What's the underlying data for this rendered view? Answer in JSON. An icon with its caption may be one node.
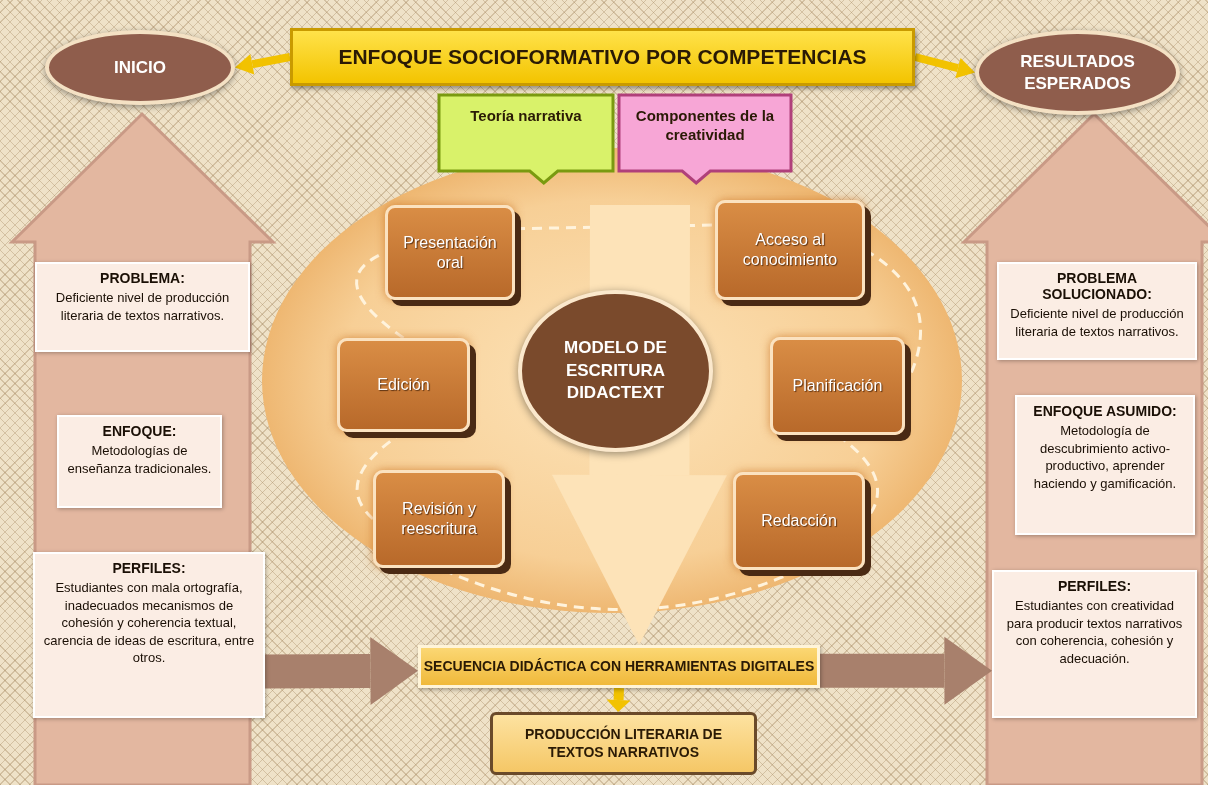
{
  "diagram": {
    "nodes": [
      {
        "text": [
          "ENFOQUE SOCIOFORMATIVO POR COMPETENCIAS"
        ]
      },
      {
        "text": [
          "INICIO"
        ]
      },
      {
        "text": [
          "RESULTADOS ESPERADOS"
        ]
      },
      {
        "text": [
          "Teoría narrativa"
        ]
      },
      {
        "text": [
          "Componentes de la creatividad"
        ]
      },
      {
        "text": [
          "MODELO DE ESCRITURA DIDACTEXT"
        ]
      },
      {
        "text": [
          "Presentación oral"
        ]
      },
      {
        "text": [
          "Acceso al conocimiento"
        ]
      },
      {
        "text": [
          "Edición"
        ]
      },
      {
        "text": [
          "Planificación"
        ]
      },
      {
        "text": [
          "Revisión y reescritura"
        ]
      },
      {
        "text": [
          "Redacción"
        ]
      },
      {
        "text": [
          "PROBLEMA:",
          "Deficiente nivel de producción literaria de textos narrativos."
        ]
      },
      {
        "text": [
          "ENFOQUE:",
          "Metodologías de enseñanza tradicionales."
        ]
      },
      {
        "text": [
          "PERFILES:",
          "Estudiantes con mala ortografía, inadecuados mecanismos de cohesión y coherencia textual, carencia de ideas de escritura, entre otros."
        ]
      },
      {
        "text": [
          "PROBLEMA SOLUCIONADO:",
          "Deficiente nivel de producción literaria de textos narrativos."
        ]
      },
      {
        "text": [
          "ENFOQUE ASUMIDO:",
          "Metodología de descubrimiento activo-productivo, aprender haciendo y gamificación."
        ]
      },
      {
        "text": [
          "PERFILES:",
          "Estudiantes con creatividad para producir textos narrativos con coherencia, cohesión y adecuación."
        ]
      },
      {
        "text": [
          "SECUENCIA DIDÁCTICA CON HERRAMIENTAS DIGITALES"
        ]
      },
      {
        "text": [
          "PRODUCCIÓN LITERARIA DE TEXTOS NARRATIVOS"
        ]
      }
    ],
    "edges": [
      {
        "from": 0,
        "to": 1,
        "arrow": "to",
        "style": "thick",
        "color": "#f2c200"
      },
      {
        "from": 0,
        "to": 2,
        "arrow": "to",
        "style": "thick",
        "color": "#f2c200"
      },
      {
        "from": null,
        "to": 18,
        "arrow": "to",
        "style": "thick",
        "color": "#fde3b8"
      },
      {
        "from": 18,
        "to": 19,
        "arrow": "to",
        "style": "thick",
        "color": "#f2c200"
      },
      {
        "from": 14,
        "to": 18,
        "arrow": "to",
        "style": "thick",
        "color": "#a8806c"
      },
      {
        "from": 18,
        "to": 17,
        "arrow": "to",
        "style": "thick",
        "color": "#a8806c"
      },
      {
        "from": 6,
        "to": 7,
        "arrow": "none",
        "style": "dashed"
      },
      {
        "from": 7,
        "to": 9,
        "arrow": "none",
        "style": "dashed"
      },
      {
        "from": 9,
        "to": 11,
        "arrow": "none",
        "style": "dashed"
      },
      {
        "from": 11,
        "to": 10,
        "arrow": "none",
        "style": "dashed"
      },
      {
        "from": 10,
        "to": 8,
        "arrow": "none",
        "style": "dashed"
      },
      {
        "from": 8,
        "to": 6,
        "arrow": "none",
        "style": "dashed"
      }
    ]
  }
}
